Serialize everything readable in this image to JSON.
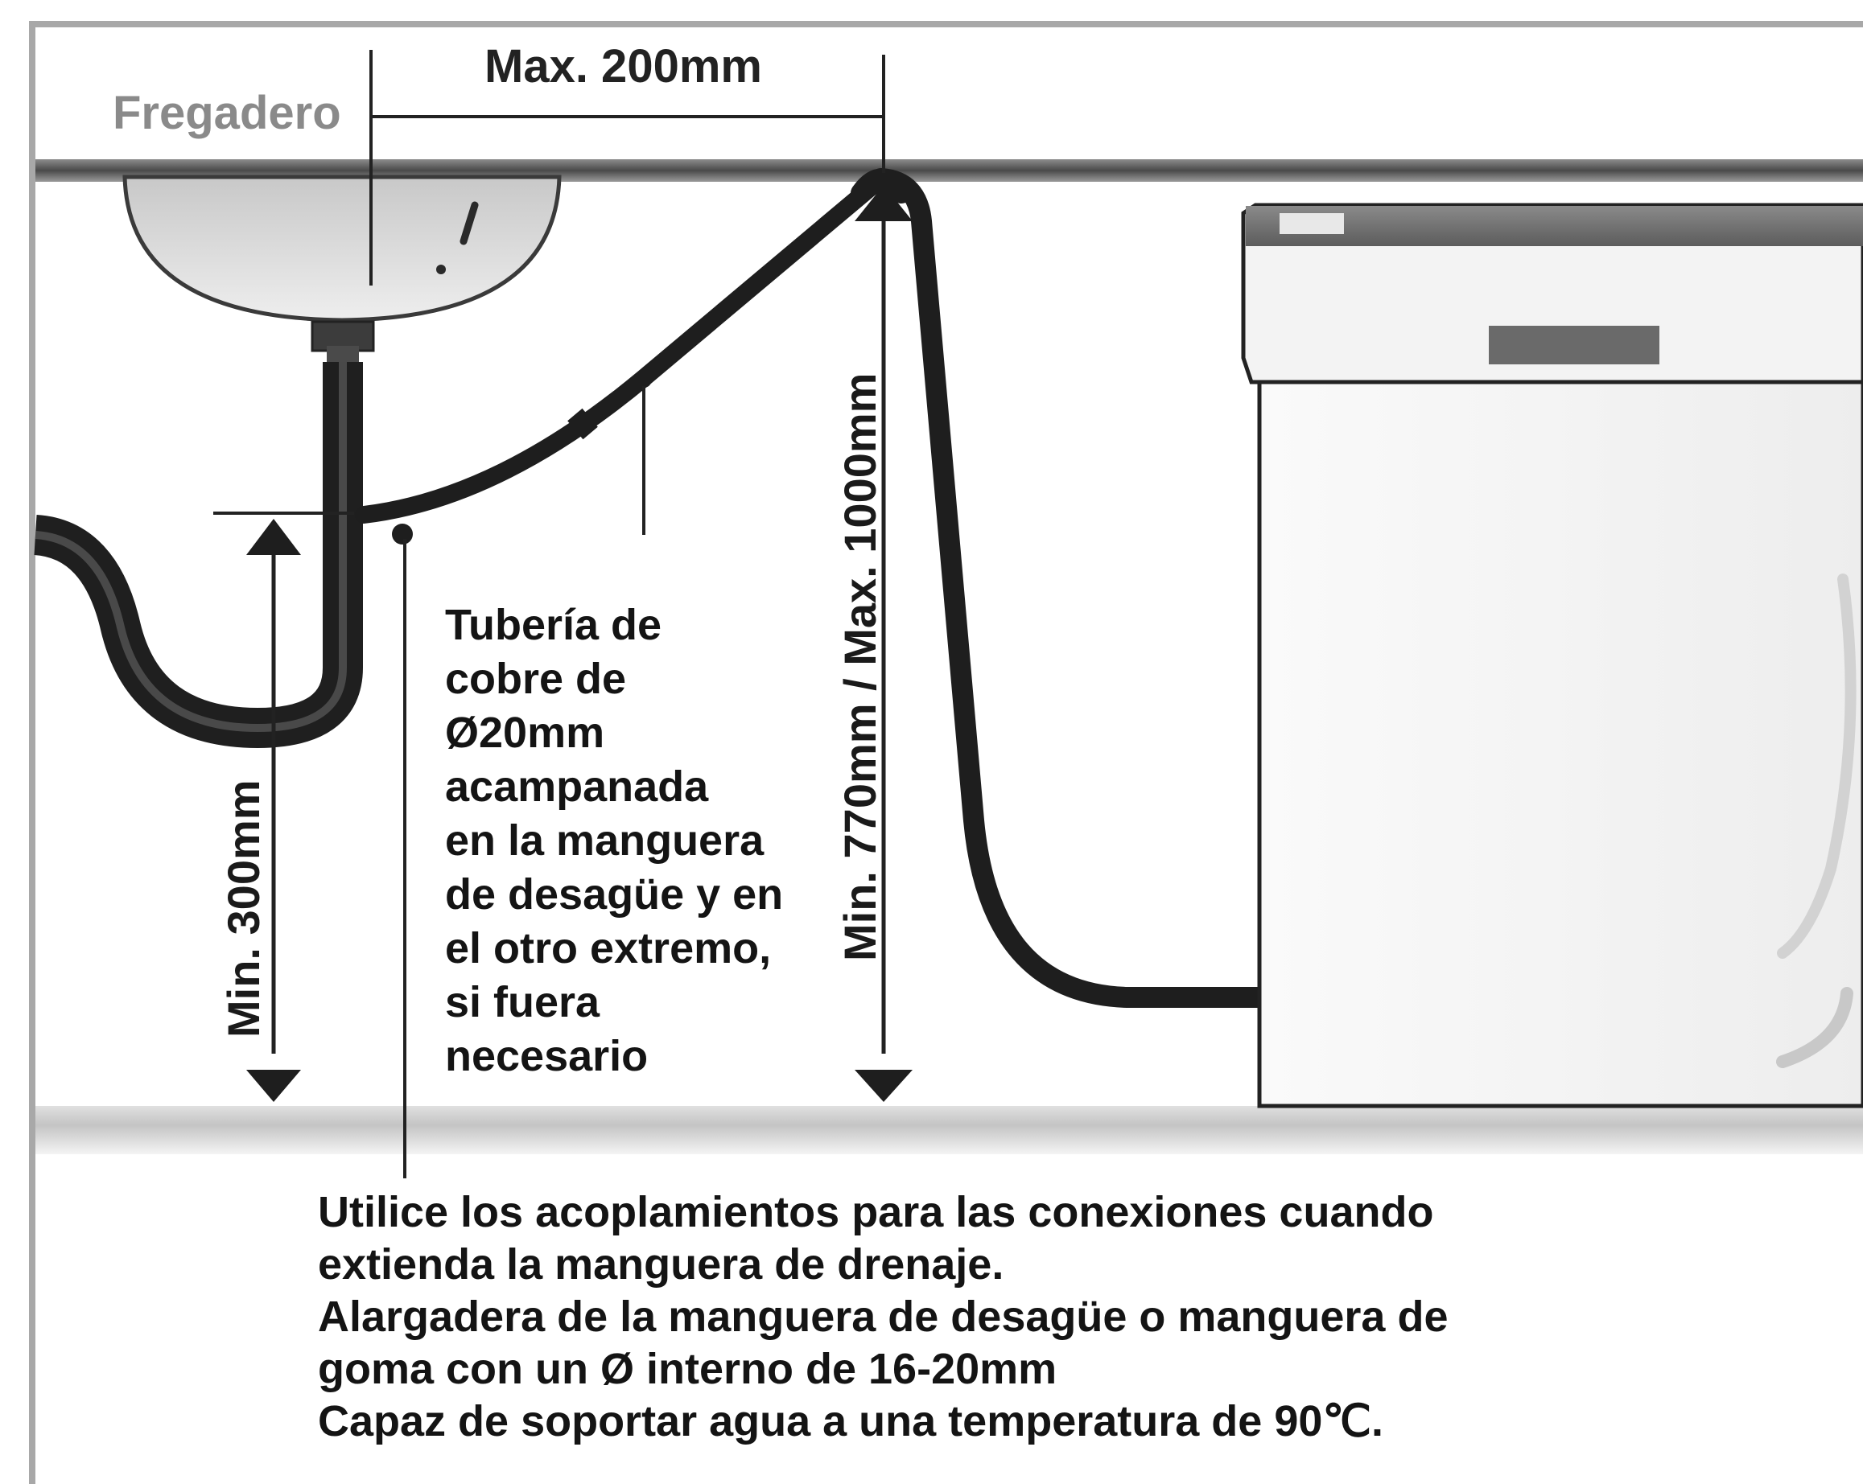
{
  "labels": {
    "sink": "Fregadero",
    "max_distance": "Max. 200mm",
    "min_height_trap": "Min. 300mm",
    "hose_height": "Min. 770mm / Max. 1000mm"
  },
  "pipe_note": {
    "lines": [
      "Tubería de",
      "cobre de",
      "Ø20mm",
      "acampanada",
      "en la manguera",
      "de desagüe y en",
      "el otro extremo,",
      "si fuera",
      "necesario"
    ]
  },
  "bottom_note": {
    "lines": [
      "Utilice los acoplamientos para las conexiones cuando",
      "extienda la manguera de drenaje.",
      "Alargadera de la manguera de desagüe o manguera de",
      "goma con un Ø interno de 16-20mm",
      "Capaz de soportar agua a una temperatura de 90℃."
    ]
  },
  "colors": {
    "ink": "#141414",
    "hose": "#1e1e1e",
    "sink_label": "#8a8a8a",
    "frame": "#9a9a9a",
    "counter": "#5a5a5a"
  }
}
